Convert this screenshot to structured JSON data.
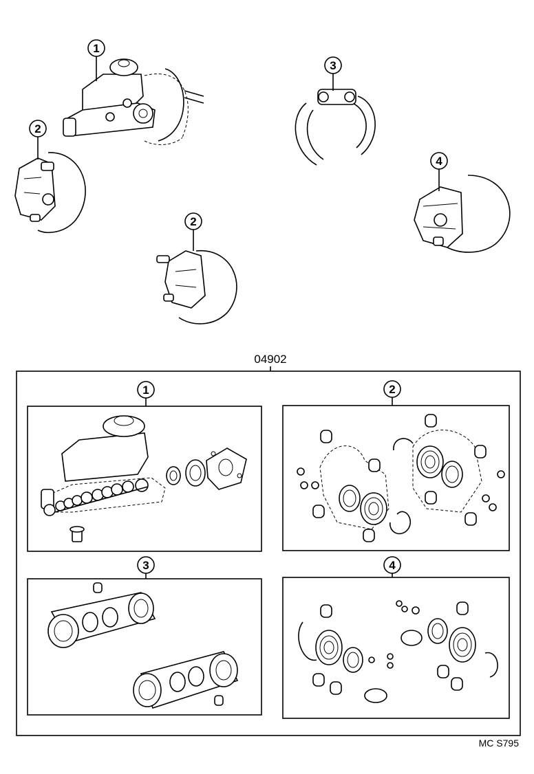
{
  "callouts": {
    "one": "1",
    "two": "2",
    "three": "3",
    "four": "4"
  },
  "kit": {
    "part_number": "04902"
  },
  "footer": {
    "code": "MC S795"
  }
}
